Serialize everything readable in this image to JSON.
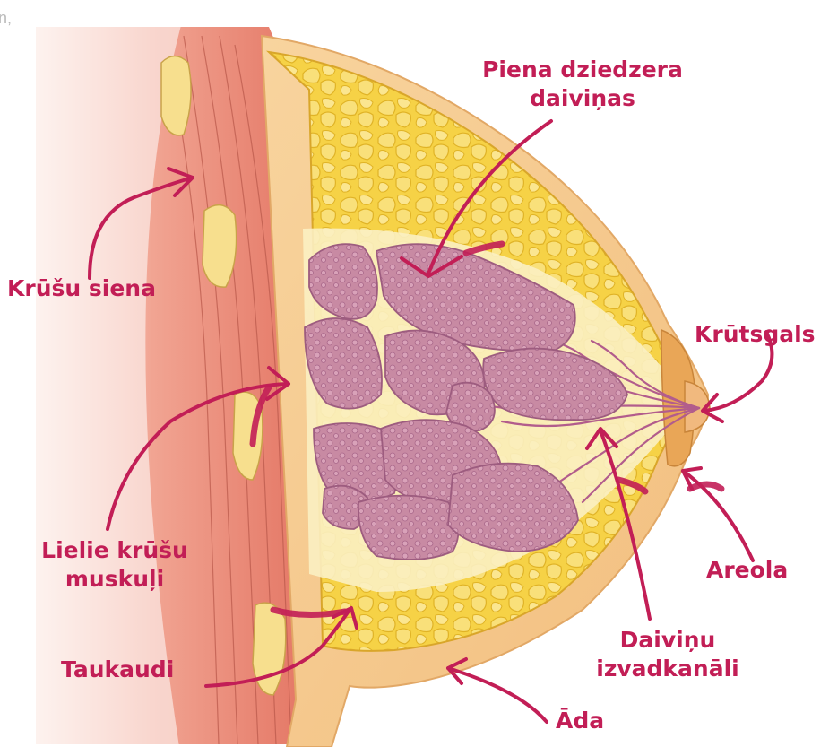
{
  "colors": {
    "label": "#C21E56",
    "muscle": "#E8897A",
    "fat": "#F5D24A",
    "lobule": "#C98BA3",
    "skin": "#F7C88C",
    "areola": "#E6A45A"
  },
  "corner_mark": "n,",
  "labels": {
    "lobules": {
      "line1": "Piena dziedzera",
      "line2": "daiviņas"
    },
    "chest_wall": "Krūšu siena",
    "nipple": "Krūtsgals",
    "pectoral": {
      "line1": "Lielie krūšu",
      "line2": "muskuļi"
    },
    "areola": "Areola",
    "fat": "Taukaudi",
    "ducts": {
      "line1": "Daiviņu",
      "line2": "izvadkanāli"
    },
    "skin": "Āda"
  }
}
